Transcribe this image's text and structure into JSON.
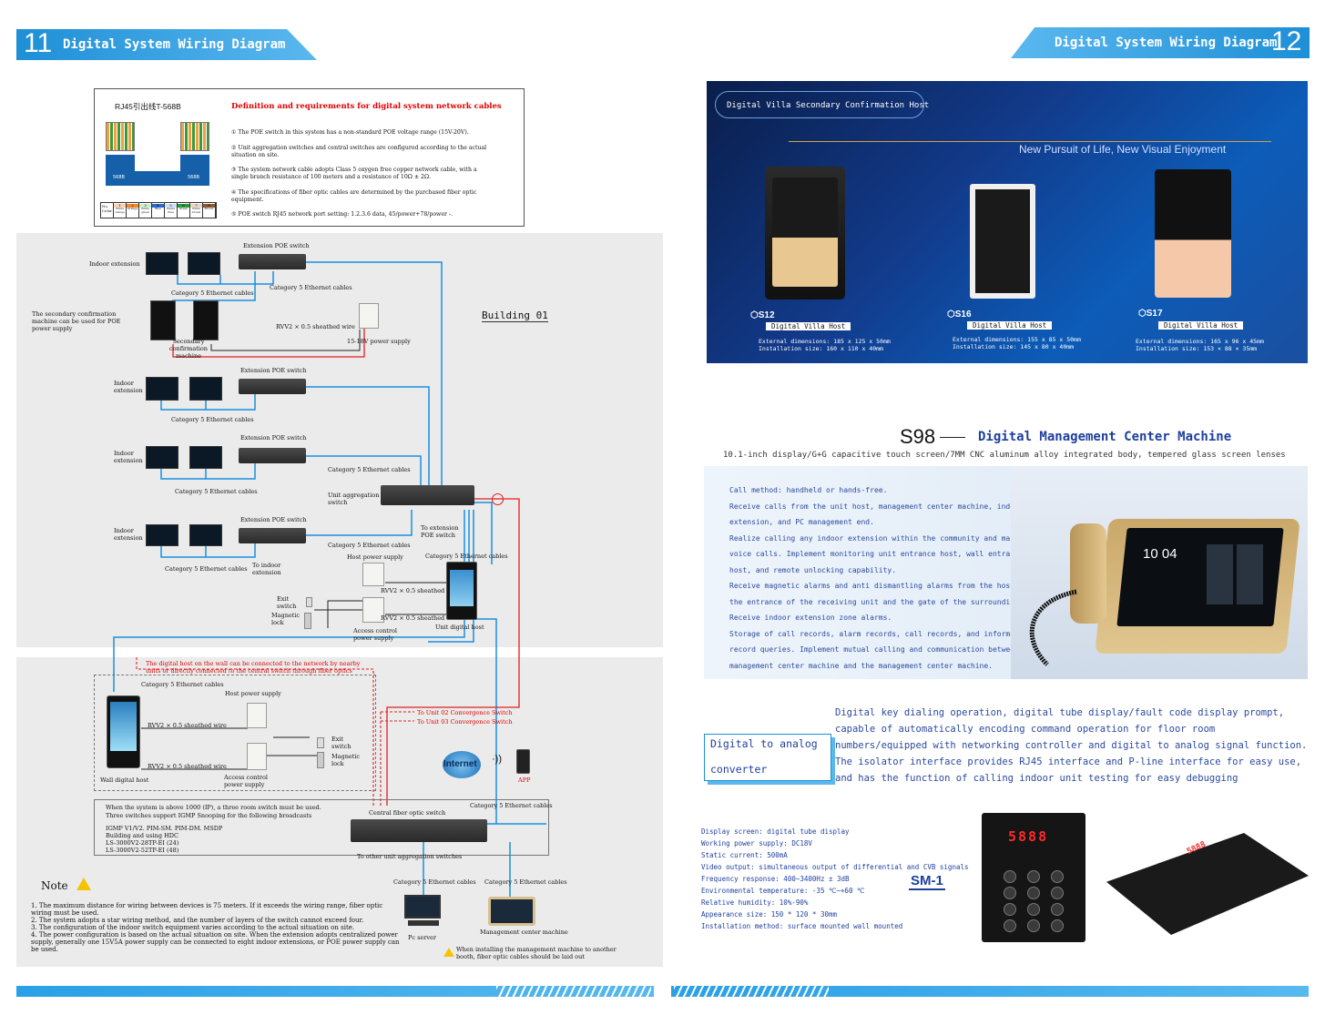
{
  "left_page": {
    "page_number": "11",
    "title": "Digital System Wiring Diagram",
    "rj45_title": "RJ45引出线T-568B",
    "rj45_header_no": "No.",
    "rj45_header_color": "Color",
    "rj45_colors": [
      "White orange",
      "Orange",
      "White green",
      "Blue",
      "White blue",
      "Green",
      "White brown",
      "Brown"
    ],
    "rj45_connector_label": "568B",
    "definition_title": "Definition and requirements for digital system network cables",
    "definitions": [
      "① The POE switch in this system has a non-standard POE voltage range (15V-20V).",
      "② Unit aggregation switches and central switches are configured according to the actual situation on site.",
      "③ The system network cable adopts Class 5 oxygen free copper network cable, with a single branch resistance of 100 meters and a resistance of 10Ω ± 2Ω.",
      "④ The specifications of fiber optic cables are determined by the purchased fiber optic equipment.",
      "⑤ POE switch RJ45 network port setting: 1.2.3.6 data, 45/power+78/power -."
    ],
    "building_label": "Building 01",
    "labels": {
      "indoor_extension": "Indoor extension",
      "extension_poe_switch": "Extension POE switch",
      "cat5": "Category 5 Ethernet cables",
      "secondary_note": "The secondary confirmation machine can be used for POE power supply",
      "secondary_machine": "Secondary confirmation machine",
      "rvv2": "RVV2 × 0.5 sheathed wire",
      "power_supply_1518": "15-18V power supply",
      "unit_aggregation_switch": "Unit aggregation switch",
      "to_extension_poe": "To extension POE switch",
      "to_indoor_extension": "To indoor extension",
      "host_power_supply": "Host power supply",
      "exit_switch": "Exit switch",
      "magnetic_lock": "Magnetic lock",
      "access_control_power": "Access control power supply",
      "unit_digital_host": "Unit digital host",
      "wall_note": "The digital host on the wall can be connected to the network by nearby units or directly connected to the central switch through fiber optics",
      "wall_digital_host": "Wall digital host",
      "to_unit02": "To Unit 02 Convergence Switch",
      "to_unit03": "To Unit 03 Convergence Switch",
      "internet": "Internet",
      "app": "APP",
      "central_switch": "Central fiber optic switch",
      "to_other_agg": "To other unit aggregation switches",
      "pc_server": "Pc server",
      "management_center": "Management center machine",
      "switch_note_1": "When the system is above 1000 (IP), a three room switch must be used.",
      "switch_note_2": "Three switches support IGMP Snooping for the following broadcasts",
      "igmp_1": "IGMP V1/V2. PIM-SM. PIM-DM. MSDP",
      "igmp_2": "Building and using HDC",
      "igmp_3": "LS-3000V2-28TP-EI (24)",
      "igmp_4": "LS-3000V2-52TP-EI (48)",
      "mgmt_warning": "When installing the management machine to another booth, fiber optic cables should be laid out"
    },
    "note_title": "Note",
    "notes": [
      "1. The maximum distance for wiring between devices is 75 meters. If it exceeds the wiring range, fiber optic wiring must be used.",
      "2. The system adopts a star wiring method, and the number of layers of the switch cannot exceed four.",
      "3. The configuration of the indoor switch equipment varies according to the actual situation on site.",
      "4. The power configuration is based on the actual situation on site. When the extension adopts centralized power supply, generally one 15V5A power supply can be connected to eight indoor extensions, or POE power supply can be used."
    ]
  },
  "right_page": {
    "page_number": "12",
    "title": "Digital System Wiring Diagram",
    "villa_banner_title": "Digital Villa Secondary Confirmation Host",
    "villa_slogan": "New Pursuit of Life, New Visual Enjoyment",
    "villa_products": [
      {
        "model": "S12",
        "name": "Digital Villa Host",
        "dims": "External dimensions: 185 x 125 x 50mm",
        "install": "Installation size: 160 x 110 x 40mm"
      },
      {
        "model": "S16",
        "name": "Digital Villa Host",
        "dims": "External dimensions: 155 x 85 x 50mm",
        "install": "Installation size: 145 x 80 x 40mm"
      },
      {
        "model": "S17",
        "name": "Digital Villa Host",
        "dims": "External dimensions: 165 x 96 x 45mm",
        "install": "Installation size: 153 × 88 × 35mm"
      }
    ],
    "s98_model": "S98",
    "s98_dash": "——",
    "s98_title": "Digital Management Center Machine",
    "s98_subtitle": "10.1-inch display/G+G capacitive touch screen/7MM CNC aluminum alloy integrated body, tempered glass screen lenses",
    "s98_features": [
      "Call method: handheld or hands-free.",
      "Receive calls from the unit host, management center machine, indoor",
      "extension, and PC management end.",
      "Realize calling any indoor extension within the community and making",
      "voice calls. Implement monitoring unit entrance host, wall entrance",
      "host, and remote unlocking capability.",
      "Receive magnetic alarms and anti dismantling alarms from the host at",
      "the entrance of the receiving unit and the gate of the surrounding wall.",
      "Receive indoor extension zone alarms.",
      "Storage of call records, alarm records, call records, and information",
      "record queries. Implement mutual calling and communication between the",
      "management center machine and the management center machine."
    ],
    "s98_screen_time": "10 04",
    "converter_label_1": "Digital to analog",
    "converter_label_2": "converter",
    "converter_desc": "Digital key dialing operation, digital tube display/fault code display prompt, capable of automatically encoding command operation for floor room numbers/equipped with networking controller and digital to analog signal function. The isolator interface provides RJ45 interface and P-line interface for easy use, and has the function of calling indoor unit testing for easy debugging",
    "sm1_specs": [
      "Display screen: digital tube display",
      "Working power supply: DC18V",
      "Static current: 500mA",
      "Video output: simultaneous output of differential and CVB signals",
      "Frequency response: 400~3400Hz ± 3dB",
      "Environmental temperature: -35 ℃~+60 ℃",
      "Relative humidity: 10%-90%",
      "Appearance size: 150 * 120 * 30mm",
      "Installation method: surface mounted wall mounted"
    ],
    "sm1_model": "SM-1",
    "sm1_display": "5888"
  },
  "colors": {
    "accent_blue": "#1e8fd6",
    "wire_blue": "#1a8fe0",
    "wire_red": "#e02020",
    "title_red": "#e00000",
    "navy_text": "#1f3f9f"
  }
}
